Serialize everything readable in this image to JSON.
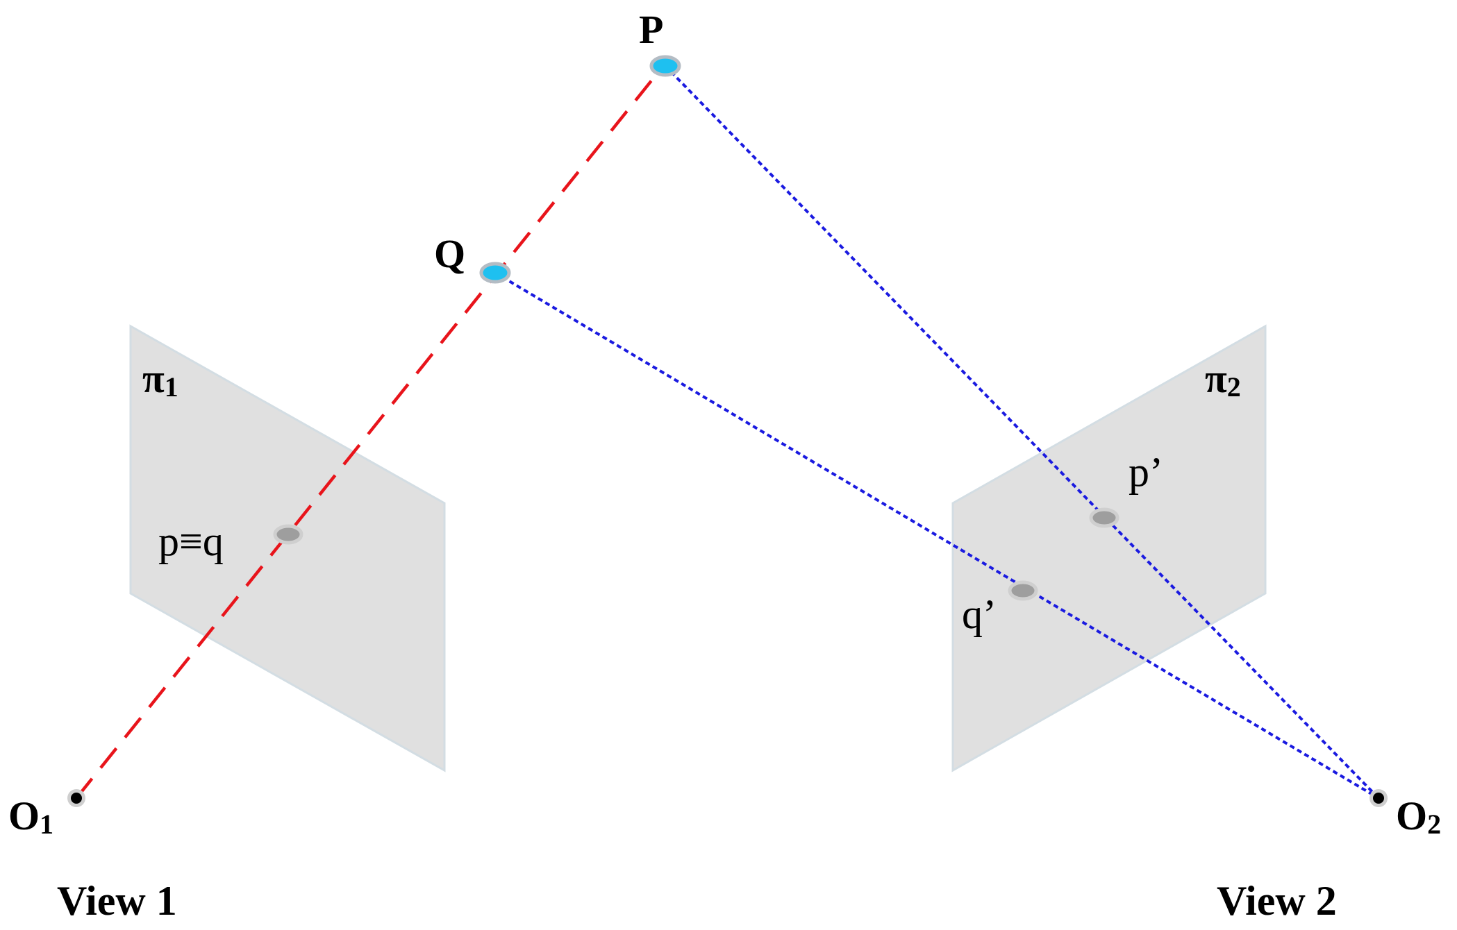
{
  "labels": {
    "P": "P",
    "Q": "Q",
    "O1": "O",
    "O1_sub": "1",
    "O2": "O",
    "O2_sub": "2",
    "pi1": "π",
    "pi1_sub": "1",
    "pi2": "π",
    "pi2_sub": "2",
    "p_eq_q": "p≡q",
    "p_prime": "p’",
    "q_prime": "q’",
    "view1": "View 1",
    "view2": "View 2"
  },
  "colors": {
    "ray_view1": "#e8141b",
    "ray_view2": "#1a1ae0",
    "world_point_fill": "#1ec0f0",
    "world_point_ring": "#b4bcc4",
    "image_point_fill": "#9e9e9e",
    "image_point_ring": "#cfcfcf",
    "camera_center": "#000000",
    "image_plane": "#e0e0e0"
  }
}
